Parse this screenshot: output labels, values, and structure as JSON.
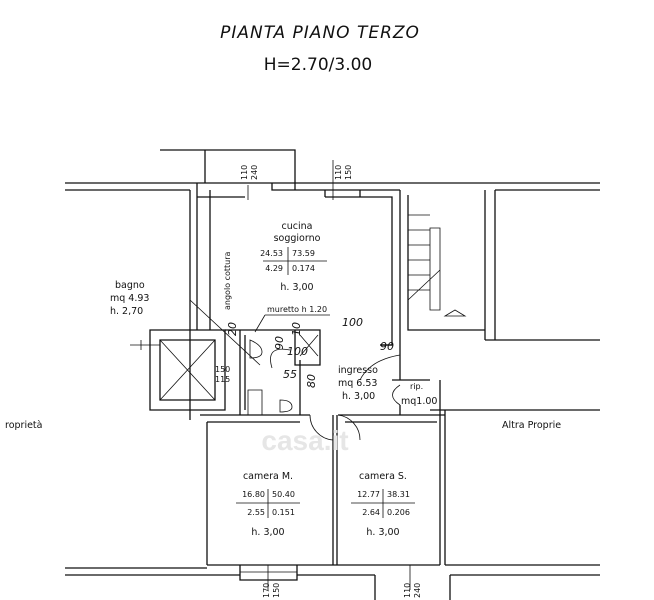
{
  "title": "PIANTA PIANO TERZO",
  "subtitle": "H=2.70/3.00",
  "neighbors": {
    "left": "roprietà",
    "right": "Altra Proprie"
  },
  "watermark": "casa.it",
  "rooms": {
    "cucina": {
      "name1": "cucina",
      "name2": "soggiorno",
      "a": "24.53",
      "b": "73.59",
      "c": "4.29",
      "d": "0.174",
      "h": "h.  3,00",
      "side": "angolo cottura"
    },
    "bagno": {
      "name": "bagno",
      "mq": "mq  4.93",
      "h": "h.  2,70"
    },
    "ingresso": {
      "name": "ingresso",
      "mq": "mq  6.53",
      "h": "h.  3,00"
    },
    "rip": {
      "name": "rip.",
      "mq": "mq1.00"
    },
    "cameraM": {
      "name": "camera  M.",
      "a": "16.80",
      "b": "50.40",
      "c": "2.55",
      "d": "0.151",
      "h": "h.  3,00"
    },
    "cameraS": {
      "name": "camera  S.",
      "a": "12.77",
      "b": "38.31",
      "c": "2.64",
      "d": "0.206",
      "h": "h.  3,00"
    }
  },
  "notes": {
    "muretto": "muretto  h  1.20"
  },
  "dims": {
    "d100a": "100",
    "d90a": "90",
    "d20": "20",
    "d90b": "90",
    "d10": "10",
    "d100b": "100",
    "d55": "55",
    "d80": "80",
    "lift_top": "150",
    "lift_bot": "115",
    "win1_a": "110",
    "win1_b": "240",
    "win2_a": "110",
    "win2_b": "150",
    "win3_a": "170",
    "win3_b": "150",
    "win4_a": "110",
    "win4_b": "240"
  }
}
